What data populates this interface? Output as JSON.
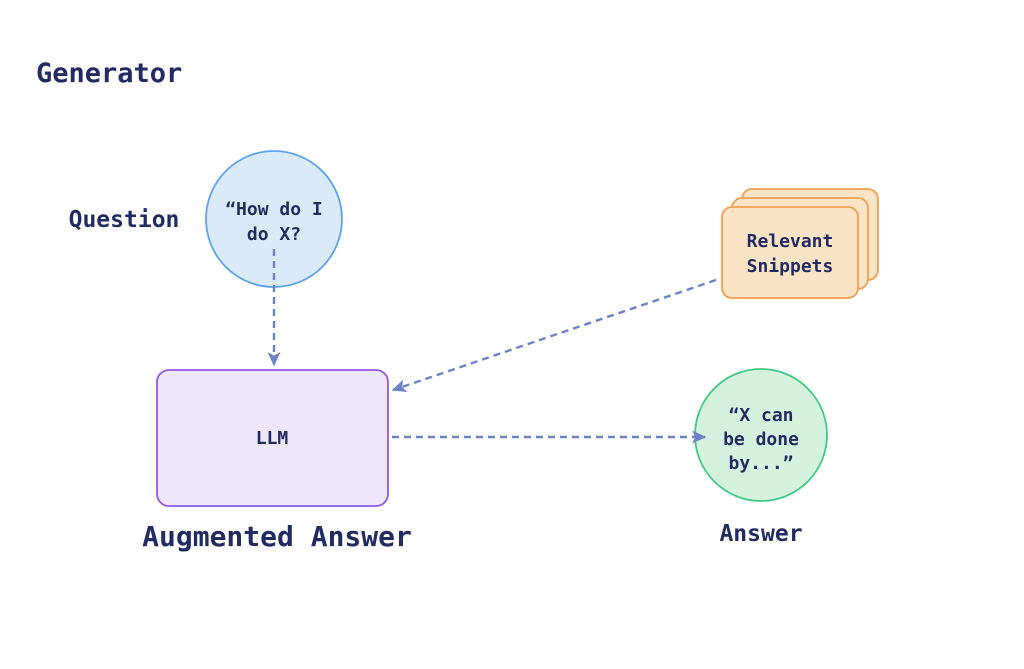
{
  "title": "Generator",
  "nodes": {
    "question": {
      "label": "Question",
      "lines": [
        "“How do I",
        "do X?"
      ]
    },
    "snippets": {
      "lines": [
        "Relevant",
        "Snippets"
      ]
    },
    "llm": {
      "text": "LLM",
      "label": "Augmented Answer"
    },
    "answer": {
      "label": "Answer",
      "lines": [
        "“X can",
        "be done",
        "by...”"
      ]
    }
  },
  "colors": {
    "background": "#FFFFFF",
    "text": "#232C62",
    "arrow": "#6E82C8",
    "question_fill": "#DBEAF9",
    "question_stroke": "#5FA2F1",
    "snippets_fill": "#FBE3C6",
    "snippets_stroke": "#F0A052",
    "llm_fill": "#EDE7FC",
    "llm_stroke": "#9356E9",
    "answer_fill": "#D5F2DF",
    "answer_stroke": "#41CA86"
  }
}
